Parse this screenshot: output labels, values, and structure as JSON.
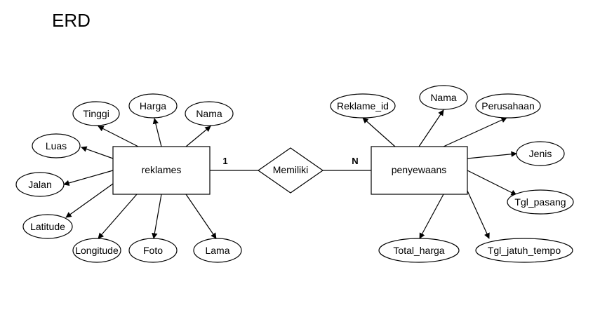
{
  "title": "ERD",
  "relationship": {
    "label": "Memiliki",
    "left_cardinality": "1",
    "right_cardinality": "N"
  },
  "entities": {
    "reklames": {
      "label": "reklames",
      "attributes": [
        "Tinggi",
        "Harga",
        "Nama",
        "Luas",
        "Jalan",
        "Latitude",
        "Longitude",
        "Foto",
        "Lama"
      ]
    },
    "penyewaans": {
      "label": "penyewaans",
      "attributes": [
        "Reklame_id",
        "Nama",
        "Perusahaan",
        "Jenis",
        "Tgl_pasang",
        "Total_harga",
        "Tgl_jatuh_tempo"
      ]
    }
  }
}
